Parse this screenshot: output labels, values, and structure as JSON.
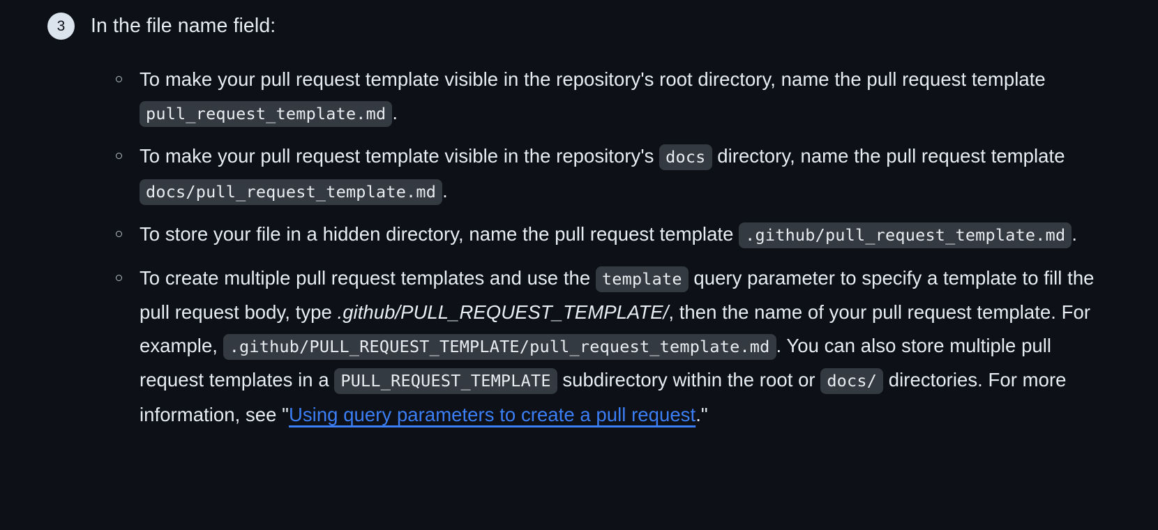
{
  "theme": {
    "background": "#0d1117",
    "text": "#e8edf2",
    "code_background": "#343a41",
    "link": "#3b7ef5",
    "badge_background": "#dbe3ec",
    "badge_text": "#0d1117",
    "bullet_marker": "#b6c0cc"
  },
  "step": {
    "number": "3",
    "title": "In the file name field:"
  },
  "bullets": [
    {
      "id": "root-directory",
      "parts": [
        {
          "type": "text",
          "value": "To make your pull request template visible in the repository's root directory, name the pull request template "
        },
        {
          "type": "code",
          "value": "pull_request_template.md"
        },
        {
          "type": "text",
          "value": "."
        }
      ]
    },
    {
      "id": "docs-directory",
      "parts": [
        {
          "type": "text",
          "value": "To make your pull request template visible in the repository's "
        },
        {
          "type": "code",
          "value": "docs"
        },
        {
          "type": "text",
          "value": " directory, name the pull request template "
        },
        {
          "type": "code",
          "value": "docs/pull_request_template.md"
        },
        {
          "type": "text",
          "value": "."
        }
      ]
    },
    {
      "id": "hidden-directory",
      "parts": [
        {
          "type": "text",
          "value": "To store your file in a hidden directory, name the pull request template "
        },
        {
          "type": "code",
          "value": ".github/pull_request_template.md"
        },
        {
          "type": "text",
          "value": "."
        }
      ]
    },
    {
      "id": "multiple-templates",
      "parts": [
        {
          "type": "text",
          "value": "To create multiple pull request templates and use the "
        },
        {
          "type": "code",
          "value": "template"
        },
        {
          "type": "text",
          "value": " query parameter to specify a template to fill the pull request body, type "
        },
        {
          "type": "italic",
          "value": ".github/PULL_REQUEST_TEMPLATE/"
        },
        {
          "type": "text",
          "value": ", then the name of your pull request template. For example, "
        },
        {
          "type": "code",
          "value": ".github/PULL_REQUEST_TEMPLATE/pull_request_template.md"
        },
        {
          "type": "text",
          "value": ". You can also store multiple pull request templates in a "
        },
        {
          "type": "code",
          "value": "PULL_REQUEST_TEMPLATE"
        },
        {
          "type": "text",
          "value": " subdirectory within the root or "
        },
        {
          "type": "code",
          "value": "docs/"
        },
        {
          "type": "text",
          "value": " directories. For more information, see \""
        },
        {
          "type": "link",
          "value": "Using query parameters to create a pull request"
        },
        {
          "type": "text",
          "value": ".\""
        }
      ]
    }
  ]
}
